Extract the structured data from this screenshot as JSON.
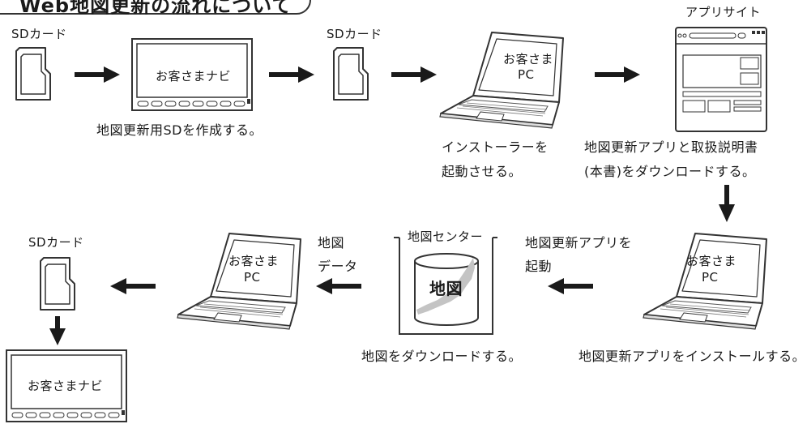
{
  "title": "Web地図更新の流れについて",
  "labels": {
    "sd_card": "SDカード",
    "navi": "お客さまナビ",
    "pc_line1": "お客さま",
    "pc_line2": "PC",
    "app_site": "アプリサイト",
    "map": "地図",
    "map_center": "地図センター"
  },
  "steps": {
    "create_sd": "地図更新用SDを作成する。",
    "start_installer_1": "インストーラーを",
    "start_installer_2": "起動させる。",
    "download_app_1": "地図更新アプリと取扱説明書",
    "download_app_2": "(本書)をダウンロードする。",
    "install_app": "地図更新アプリをインストールする。",
    "launch_app_1": "地図更新アプリを",
    "launch_app_2": "起動",
    "download_map": "地図をダウンロードする。",
    "map_data_1": "地図",
    "map_data_2": "データ"
  },
  "colors": {
    "line": "#333333",
    "arrow": "#1a1a1a",
    "map_gray": "#bfbfbf"
  }
}
